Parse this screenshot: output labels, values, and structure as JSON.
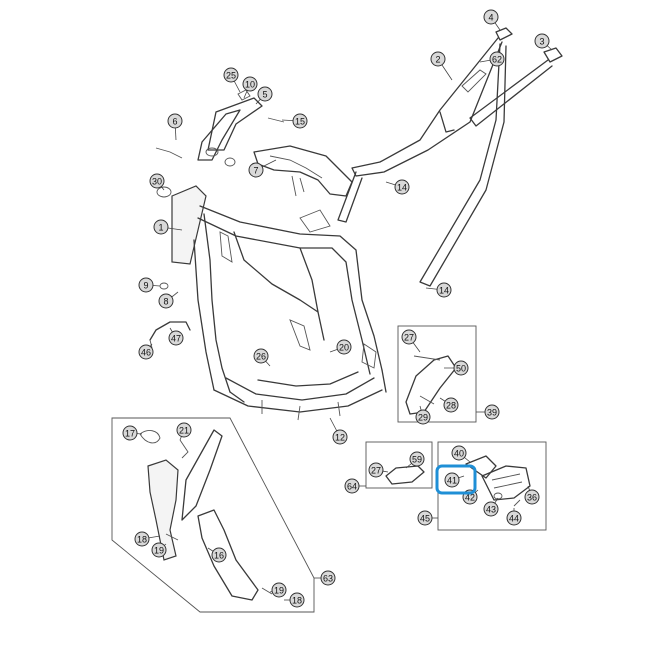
{
  "diagram": {
    "highlight_color": "#1f8fd6",
    "callout_fill": "#d9d9d9",
    "callouts": [
      {
        "label": "4"
      },
      {
        "label": "3"
      },
      {
        "label": "2"
      },
      {
        "label": "62"
      },
      {
        "label": "25"
      },
      {
        "label": "10"
      },
      {
        "label": "5"
      },
      {
        "label": "15"
      },
      {
        "label": "6"
      },
      {
        "label": "7"
      },
      {
        "label": "30"
      },
      {
        "label": "14"
      },
      {
        "label": "1"
      },
      {
        "label": "14"
      },
      {
        "label": "9"
      },
      {
        "label": "8"
      },
      {
        "label": "47"
      },
      {
        "label": "46"
      },
      {
        "label": "26"
      },
      {
        "label": "20"
      },
      {
        "label": "27"
      },
      {
        "label": "50"
      },
      {
        "label": "29"
      },
      {
        "label": "28"
      },
      {
        "label": "39"
      },
      {
        "label": "12"
      },
      {
        "label": "17"
      },
      {
        "label": "21"
      },
      {
        "label": "27"
      },
      {
        "label": "59"
      },
      {
        "label": "64"
      },
      {
        "label": "40"
      },
      {
        "label": "41"
      },
      {
        "label": "42"
      },
      {
        "label": "43"
      },
      {
        "label": "36"
      },
      {
        "label": "44"
      },
      {
        "label": "45"
      },
      {
        "label": "18"
      },
      {
        "label": "19"
      },
      {
        "label": "16"
      },
      {
        "label": "19"
      },
      {
        "label": "18"
      },
      {
        "label": "63"
      }
    ]
  }
}
